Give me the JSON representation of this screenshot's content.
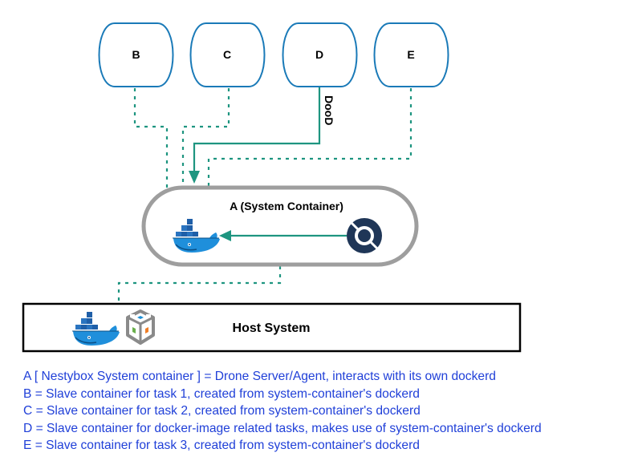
{
  "diagram": {
    "nodes": {
      "B": {
        "label": "B"
      },
      "C": {
        "label": "C"
      },
      "D": {
        "label": "D"
      },
      "E": {
        "label": "E"
      },
      "A": {
        "label": "A (System Container)"
      },
      "host": {
        "label": "Host System"
      }
    },
    "edges": {
      "dood_label": "DooD"
    },
    "icons": {
      "system_container_docker": "docker-whale-icon",
      "system_container_drone": "drone-icon",
      "host_docker": "docker-whale-icon",
      "host_sysbox": "sysbox-cube-icon"
    },
    "colors": {
      "slave_border": "#1a7ab8",
      "connector": "#1e9580",
      "system_container_border": "#9e9e9e",
      "host_border": "#000000",
      "legend_text": "#1f3fd8",
      "drone": "#1f3657",
      "docker": "#1f8fdb"
    }
  },
  "legend": [
    "A [ Nestybox System container ] = Drone Server/Agent, interacts with its own dockerd",
    "B = Slave container for task 1, created from system-container's dockerd",
    "C = Slave container for task 2, created from system-container's dockerd",
    "D = Slave container for docker-image related tasks, makes use of system-container's dockerd",
    "E = Slave container for task 3, created from system-container's dockerd"
  ]
}
